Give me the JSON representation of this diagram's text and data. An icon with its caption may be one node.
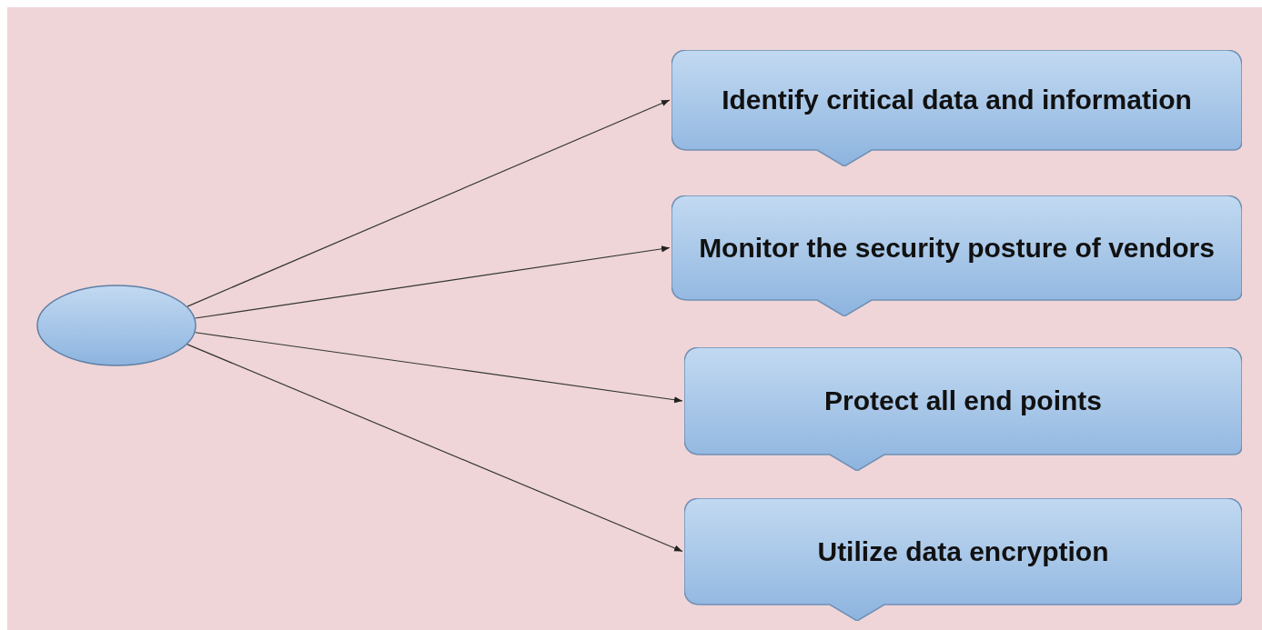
{
  "diagram": {
    "nodes": [
      {
        "text": [],
        "shape": "circle"
      },
      {
        "text": [
          "Identify critical data and information"
        ]
      },
      {
        "text": [
          "Monitor the security posture of vendors"
        ]
      },
      {
        "text": [
          "Protect all end points"
        ]
      },
      {
        "text": [
          "Utilize data encryption"
        ]
      }
    ],
    "edges": [
      {
        "from": 0,
        "to": 1,
        "arrow": "to"
      },
      {
        "from": 0,
        "to": 2,
        "arrow": "to"
      },
      {
        "from": 0,
        "to": 3,
        "arrow": "to"
      },
      {
        "from": 0,
        "to": 4,
        "arrow": "to"
      }
    ]
  }
}
